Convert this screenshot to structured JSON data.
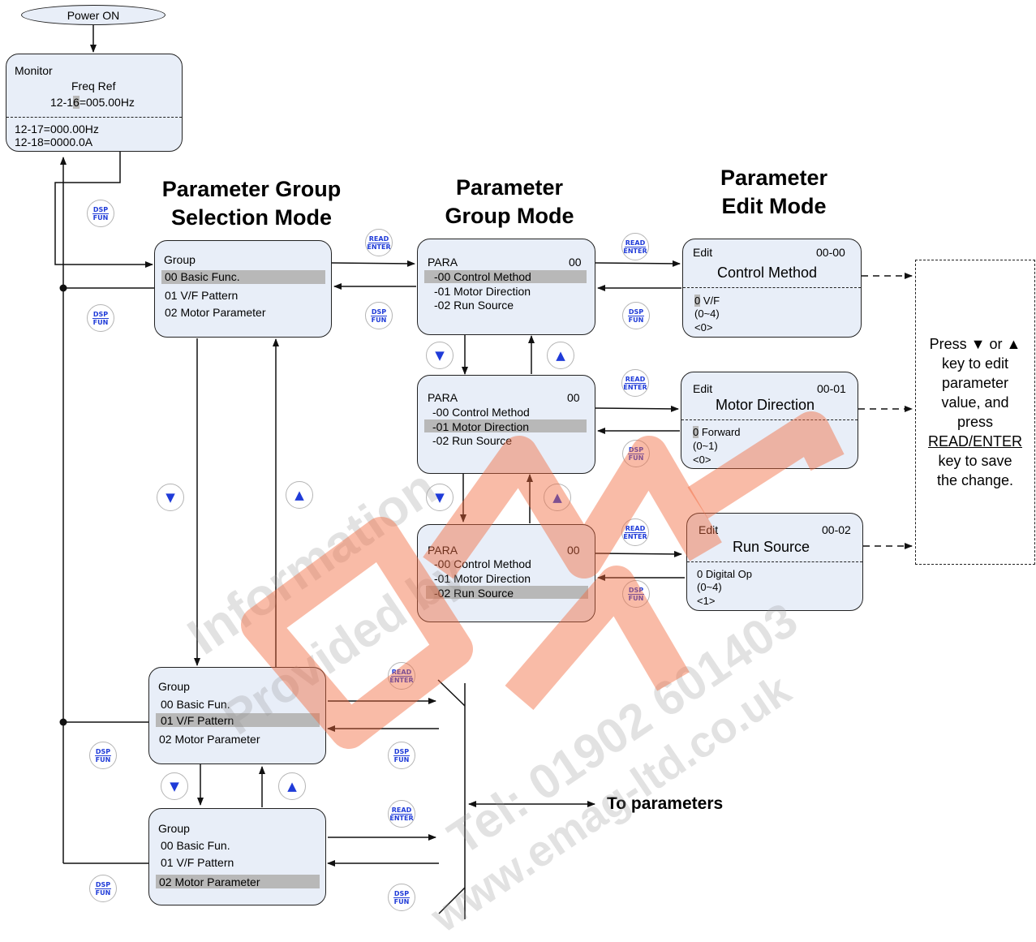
{
  "power": {
    "label": "Power ON"
  },
  "monitor": {
    "title": "Monitor",
    "sub": "Freq Ref",
    "line_pre": "12-1",
    "line_cur": "6",
    "line_post": "=005.00Hz",
    "extra1": "12-17=000.00Hz",
    "extra2": "12-18=0000.0A"
  },
  "headings": {
    "group_sel": [
      "Parameter Group",
      "Selection Mode"
    ],
    "group_mode": [
      "Parameter",
      "Group Mode"
    ],
    "edit_mode": [
      "Parameter",
      "Edit Mode"
    ]
  },
  "keys": {
    "dsp": "DSP",
    "fun": "FUN",
    "read": "READ",
    "enter": "ENTER",
    "down": "▼",
    "up": "▲"
  },
  "group_boxes": [
    {
      "title": "Group",
      "items": [
        "00 Basic Func.",
        "01  V/F Pattern",
        "02 Motor Parameter"
      ]
    },
    {
      "title": "Group",
      "items": [
        "00 Basic Fun.",
        "01  V/F Pattern",
        "02 Motor Parameter"
      ]
    },
    {
      "title": "Group",
      "items": [
        "00 Basic Fun.",
        "01  V/F Pattern",
        "02 Motor Parameter"
      ]
    }
  ],
  "para_boxes": [
    {
      "title": "PARA",
      "code": "00",
      "items": [
        "-00 Control Method",
        "-01 Motor Direction",
        "-02 Run Source"
      ]
    },
    {
      "title": "PARA",
      "code": "00",
      "items": [
        "-00 Control Method",
        "-01 Motor Direction",
        "-02 Run Source"
      ]
    },
    {
      "title": "PARA",
      "code": "00",
      "items": [
        "-00 Control Method",
        "-01 Motor Direction",
        "-02 Run Source"
      ]
    }
  ],
  "edit_boxes": [
    {
      "title": "Edit",
      "code": "00-00",
      "name": "Control Method",
      "val_cur": "0",
      "val_rest": " V/F",
      "range": "(0~4)",
      "default": "<0>"
    },
    {
      "title": "Edit",
      "code": "00-01",
      "name": "Motor Direction",
      "val_cur": "0",
      "val_rest": " Forward",
      "range": "(0~1)",
      "default": "<0>"
    },
    {
      "title": "Edit",
      "code": "00-02",
      "name": "Run Source",
      "val_cur": "0",
      "val_rest": " Digital Op",
      "range": "(0~4)",
      "default": "<1>"
    }
  ],
  "note": {
    "l1": "Press ▼ or ▲",
    "l2": "key to edit",
    "l3": "parameter",
    "l4": "value, and",
    "l5": "press",
    "l6": "READ/ENTER",
    "l7": "key to save",
    "l8": "the change."
  },
  "to_params": "To parameters",
  "watermark": {
    "w1": "Information",
    "w2": "Provided by",
    "w3": "Tel: 01902 601403",
    "w4": "www.emag-ltd.co.uk"
  },
  "colors": {
    "box_fill": "#e8eef8",
    "highlight": "#b8b8b8",
    "key_blue": "#1f3bd8",
    "watermark": "#f2683c"
  }
}
